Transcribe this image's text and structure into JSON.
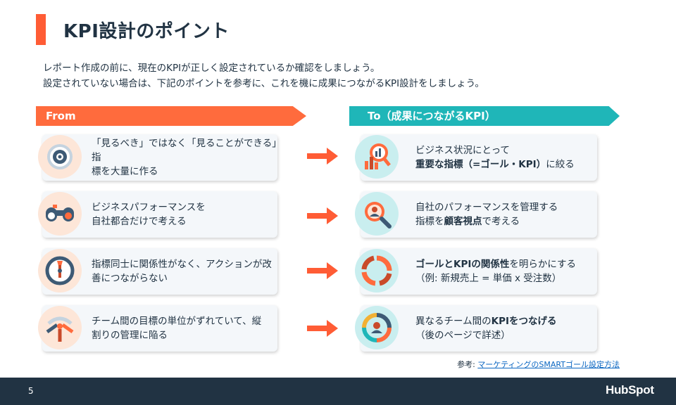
{
  "title": "KPI設計のポイント",
  "intro": {
    "line1": "レポート作成の前に、現在のKPIが正しく設定されているか確認をしましょう。",
    "line2": "設定されていない場合は、下記のポイントを参考に、これを機に成果につながるKPI設計をしましょう。"
  },
  "from_label": "From",
  "to_label": "To（成果につながるKPI）",
  "from_items": [
    {
      "line1": "「見るべき」ではなく「見ることができる」指",
      "line2": "標を大量に作る",
      "icon": "target-icon"
    },
    {
      "line1": "ビジネスパフォーマンスを",
      "line2": "自社都合だけで考える",
      "icon": "binoculars-icon"
    },
    {
      "line1": "指標同士に関係性がなく、アクションが改",
      "line2": "善につながらない",
      "icon": "gauge-icon"
    },
    {
      "line1": "チーム間の目標の単位がずれていて、縦",
      "line2": "割りの管理に陥る",
      "icon": "split-arrows-icon"
    }
  ],
  "to_items": [
    {
      "line1": "ビジネス状況にとって",
      "line2_bold": "重要な指標（=ゴール・KPI）",
      "line2_rest": "に絞る",
      "icon": "chart-magnifier-icon"
    },
    {
      "line1": "自社のパフォーマンスを管理する",
      "line2_pre": "指標を",
      "line2_bold": "顧客視点",
      "line2_rest": "で考える",
      "icon": "customer-magnifier-icon"
    },
    {
      "line1_bold": "ゴールとKPIの関係性",
      "line1_rest": "を明らかにする",
      "line2": "（例: 新規売上 = 単価 x 受注数）",
      "icon": "cycle-icon"
    },
    {
      "line1_pre": "異なるチーム間の",
      "line1_bold": "KPIをつなげる",
      "line2": "（後のページで詳述）",
      "icon": "connected-ring-icon"
    }
  ],
  "reference": {
    "prefix": "参考: ",
    "link": "マーケティングのSMARTゴール設定方法"
  },
  "footer": {
    "page": "5",
    "page_ghost": "5",
    "logo": "HubSpot"
  },
  "colors": {
    "accent_orange": "#ff6b3d",
    "accent_teal": "#1fb6b8",
    "dark_navy": "#213343"
  }
}
